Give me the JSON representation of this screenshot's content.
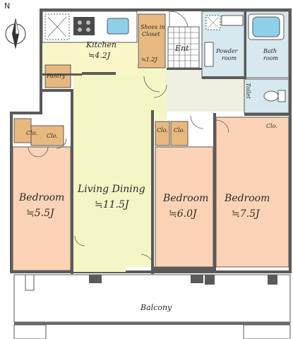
{
  "compass": {
    "label": "N"
  },
  "rooms": {
    "kitchen": {
      "name": "Kitchen",
      "size": "≒4.2J"
    },
    "shoes_closet": {
      "name_lines": [
        "Shoes in",
        "Closet"
      ],
      "size": "≒1.2J"
    },
    "entrance": {
      "name": "Ent"
    },
    "powder_room": {
      "name_lines": [
        "Powder",
        "room"
      ]
    },
    "bath_room": {
      "name_lines": [
        "Bath",
        "room"
      ]
    },
    "toilet": {
      "name": "Toilet"
    },
    "pantry": {
      "name": "Pantry"
    },
    "living_dining": {
      "name": "Living Dining",
      "size": "≒11.5J"
    },
    "bedroom_left": {
      "name": "Bedroom",
      "size": "≒5.5J"
    },
    "bedroom_center": {
      "name": "Bedroom",
      "size": "≒6.0J"
    },
    "bedroom_right": {
      "name": "Bedroom",
      "size": "≒7.5J"
    },
    "balcony": {
      "name": "Balcony"
    }
  },
  "closets": {
    "left_1": "Clo.",
    "left_2": "Clo.",
    "center_1": "Clo.",
    "center_2": "Clo.",
    "right_1": "Clo."
  },
  "colors": {
    "wall": "#5a5a5a",
    "living": "#f4f6c6",
    "kitchen": "#f9f6c8",
    "bedroom": "#fcd3b6",
    "closet": "#e8b97e",
    "wet_area": "#d7e8ee",
    "hall": "#efefe2",
    "balcony": "#ffffff",
    "bath_tub": "#8ed0ea"
  }
}
